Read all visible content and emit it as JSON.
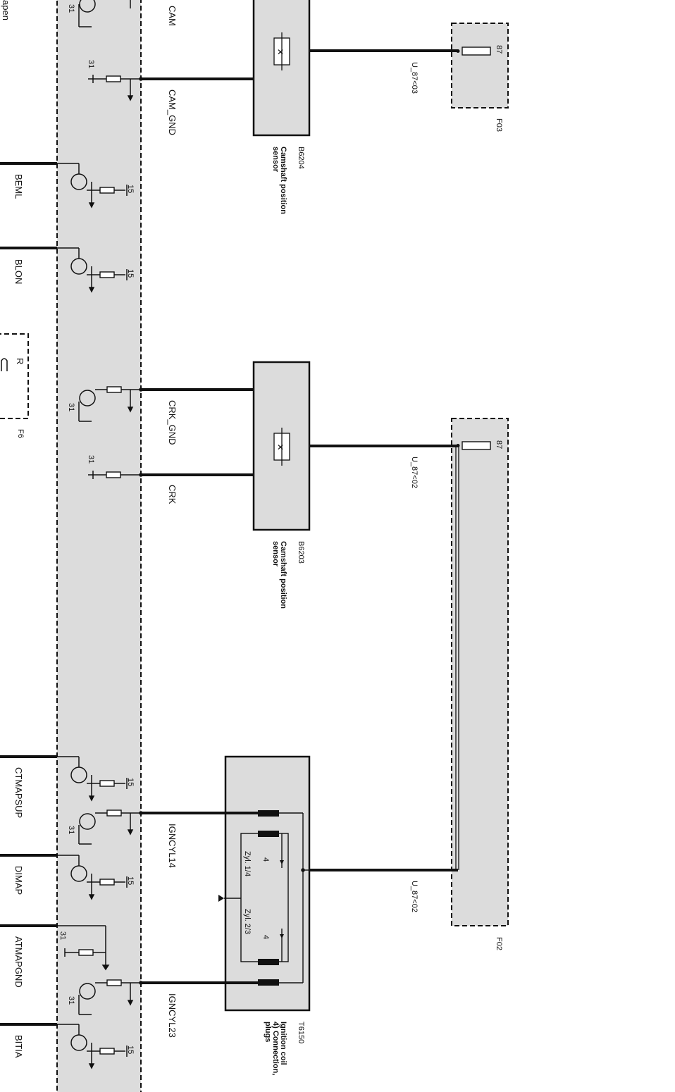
{
  "left_labels": {
    "cam": "CAM",
    "cam_gnd": "CAM_GND",
    "crk_gnd": "CRK_GND",
    "crk": "CRK",
    "igncyl14": "IGNCYL14",
    "igncyl23": "IGNCYL23",
    "t31": "31",
    "t15": "15"
  },
  "edge_labels": {
    "apen": "apen",
    "beml": "BEML",
    "blon": "BLON",
    "ctmapsup": "CTMAPSUP",
    "dimap": "DIMAP",
    "atmapgnd": "ATMAPGND",
    "bitia": "BITIA",
    "f6": "F6",
    "r": "R"
  },
  "components": {
    "b6204": {
      "code": "B6204",
      "line1": "Camshaft position",
      "line2": "sensor"
    },
    "b6203": {
      "code": "B6203",
      "line1": "Camshaft position",
      "line2": "sensor"
    },
    "t6150": {
      "code": "T6150",
      "line1": "Ignition coil",
      "line2": "4) Connection,",
      "line3": "plugs"
    },
    "f03": {
      "code": "F03",
      "pin": "87"
    },
    "f02": {
      "code": "F02",
      "pin": "87"
    }
  },
  "wires": {
    "u87_03": "U_87<03",
    "u87_02a": "U_87<02",
    "u87_02b": "U_87<02"
  },
  "coil": {
    "zyl14": "Zyl. 1/4",
    "zyl23": "Zyl. 2/3",
    "n4a": "4",
    "n4b": "4"
  }
}
